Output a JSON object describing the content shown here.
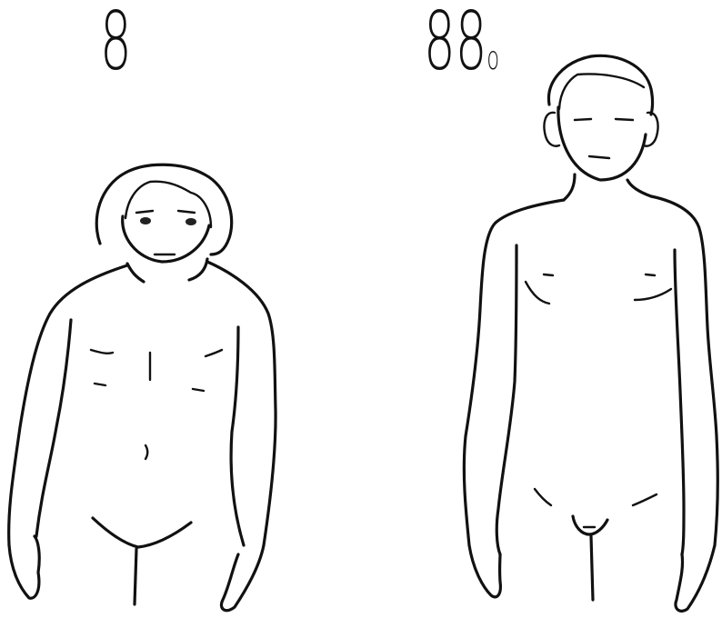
{
  "figures": {
    "left": {
      "label": "8"
    },
    "right": {
      "label_main": "88",
      "label_small": "o"
    }
  },
  "colors": {
    "line": "#111111",
    "background": "#ffffff"
  }
}
